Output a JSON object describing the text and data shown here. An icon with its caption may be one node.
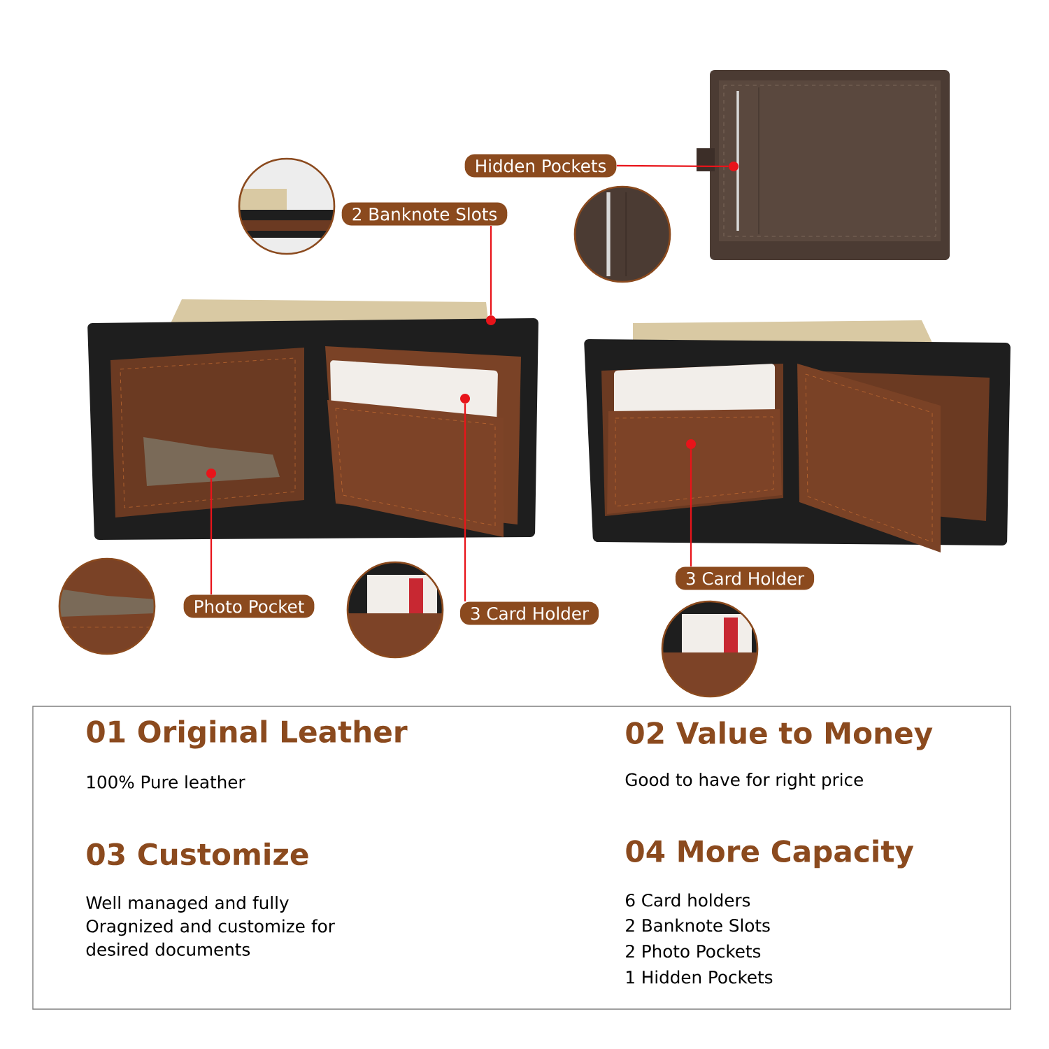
{
  "diagram": {
    "nodes": [
      {
        "text": [
          "Hidden Pockets"
        ]
      },
      {
        "text": [],
        "shape": "circle"
      },
      {
        "text": [
          "2 Banknote Slots"
        ]
      },
      {
        "text": [],
        "shape": "circle"
      },
      {
        "text": [
          "Photo Pocket"
        ]
      },
      {
        "text": [],
        "shape": "circle"
      },
      {
        "text": [
          "3 Card Holder"
        ]
      },
      {
        "text": [],
        "shape": "circle"
      },
      {
        "text": [
          "3 Card Holder"
        ]
      },
      {
        "text": [],
        "shape": "circle"
      }
    ],
    "edges": [
      {
        "from": 0,
        "to": 1,
        "arrow": "none"
      },
      {
        "from": 2,
        "to": 3,
        "arrow": "none"
      },
      {
        "from": 4,
        "to": 5,
        "arrow": "none"
      },
      {
        "from": 6,
        "to": 7,
        "arrow": "none"
      },
      {
        "from": 8,
        "to": 9,
        "arrow": "none"
      }
    ],
    "labels": [
      "01 Original Leather",
      "02 Value to Money",
      "100% Pure  leather",
      "Good to have for right price",
      "03 Customize",
      "04 More Capacity",
      "Well managed and fully Oragnized  and customize for desired documents",
      "6 Card holders",
      "2 Banknote Slots",
      "2 Photo Pockets",
      "1 Hidden Pockets"
    ]
  }
}
